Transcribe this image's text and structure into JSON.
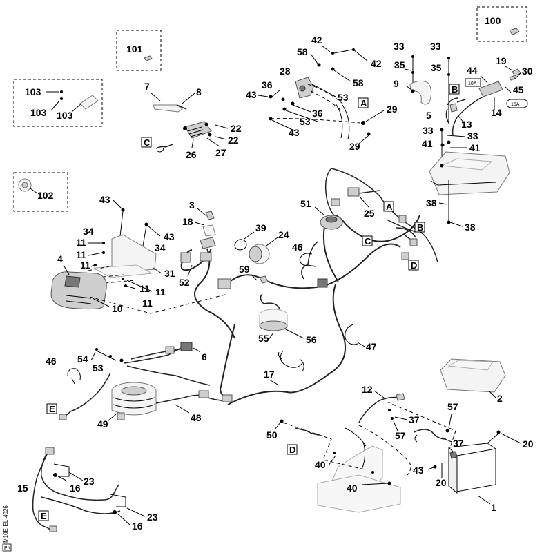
{
  "diagram": {
    "side_code": "M10E-EL-4026",
    "side_code_abbrev": "PN",
    "callouts": {
      "c1": "1",
      "c2": "2",
      "c3": "3",
      "c4": "4",
      "c5": "5",
      "c6": "6",
      "c7": "7",
      "c8": "8",
      "c9": "9",
      "c10": "10",
      "c11a": "11",
      "c11b": "11",
      "c11c": "11",
      "c11d": "11",
      "c11e": "11",
      "c12": "12",
      "c13": "13",
      "c14": "14",
      "c15": "15",
      "c16a": "16",
      "c16b": "16",
      "c17": "17",
      "c18": "18",
      "c19": "19",
      "c20a": "20",
      "c20b": "20",
      "c22a": "22",
      "c22b": "22",
      "c23a": "23",
      "c23b": "23",
      "c24": "24",
      "c25": "25",
      "c26": "26",
      "c27": "27",
      "c28": "28",
      "c29a": "29",
      "c29b": "29",
      "c30": "30",
      "c31": "31",
      "c33a": "33",
      "c33b": "33",
      "c33c": "33",
      "c33d": "33",
      "c34a": "34",
      "c34b": "34",
      "c35a": "35",
      "c35b": "35",
      "c36a": "36",
      "c36b": "36",
      "c37a": "37",
      "c37b": "37",
      "c38a": "38",
      "c38b": "38",
      "c39": "39",
      "c40a": "40",
      "c40b": "40",
      "c41a": "41",
      "c41b": "41",
      "c42a": "42",
      "c42b": "42",
      "c43a": "43",
      "c43b": "43",
      "c43c": "43",
      "c43d": "43",
      "c43e": "43",
      "c44": "44",
      "c45": "45",
      "c46a": "46",
      "c46b": "46",
      "c47": "47",
      "c48": "48",
      "c49": "49",
      "c50": "50",
      "c51": "51",
      "c52": "52",
      "c53a": "53",
      "c53b": "53",
      "c53c": "53",
      "c54": "54",
      "c55": "55",
      "c56": "56",
      "c57a": "57",
      "c57b": "57",
      "c58a": "58",
      "c58b": "58",
      "c59": "59",
      "c100": "100",
      "c101": "101",
      "c102": "102",
      "c103a": "103",
      "c103b": "103",
      "c103c": "103"
    },
    "ref_letters": {
      "A1": "A",
      "A2": "A",
      "B1": "B",
      "B2": "B",
      "C1": "C",
      "C2": "C",
      "D1": "D",
      "D2": "D",
      "E1": "E",
      "E2": "E"
    },
    "part_marks": {
      "fuse_a": "10A",
      "fuse_b": "15A"
    }
  }
}
